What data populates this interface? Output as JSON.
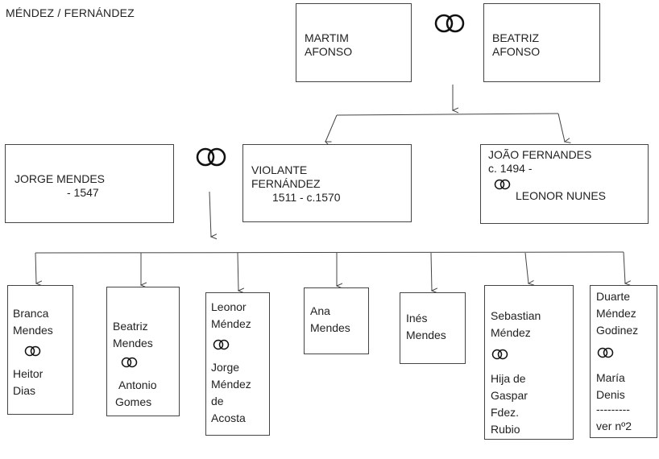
{
  "title": "MÉNDEZ / FERNÁNDEZ",
  "persons": {
    "martim": {
      "line1": "MARTIM",
      "line2": "AFONSO"
    },
    "beatriz_afonso": {
      "line1": "BEATRIZ",
      "line2": "AFONSO"
    },
    "jorge": {
      "name": "JORGE MENDES",
      "dates": "- 1547"
    },
    "violante": {
      "line1": "VIOLANTE",
      "line2": "FERNÁNDEZ",
      "dates": "1511 - c.1570"
    },
    "joao": {
      "name": "JOÃO FERNANDES",
      "dates": "c. 1494 -",
      "spouse": "LEONOR NUNES"
    }
  },
  "children": [
    {
      "name1": "Branca",
      "name2": "Mendes",
      "spouse1": "Heitor",
      "spouse2": "Dias"
    },
    {
      "name1": "Beatriz",
      "name2": "Mendes",
      "spouse1": "Antonio",
      "spouse2": "Gomes"
    },
    {
      "name1": "Leonor",
      "name2": "Méndez",
      "spouse1": "Jorge",
      "spouse2": "Méndez",
      "spouse3": "de",
      "spouse4": "Acosta"
    },
    {
      "name1": "Ana",
      "name2": "Mendes"
    },
    {
      "name1": "Inés",
      "name2": "Mendes"
    },
    {
      "name1": "Sebastian",
      "name2": "Méndez",
      "spouse1": "Hija de",
      "spouse2": "Gaspar",
      "spouse3": "Fdez.",
      "spouse4": "Rubio"
    },
    {
      "name1": "Duarte",
      "name2": "Méndez",
      "name3": "Godinez",
      "spouse1": "María",
      "spouse2": "Denis",
      "separator": "---------",
      "note": "ver nº2"
    }
  ]
}
